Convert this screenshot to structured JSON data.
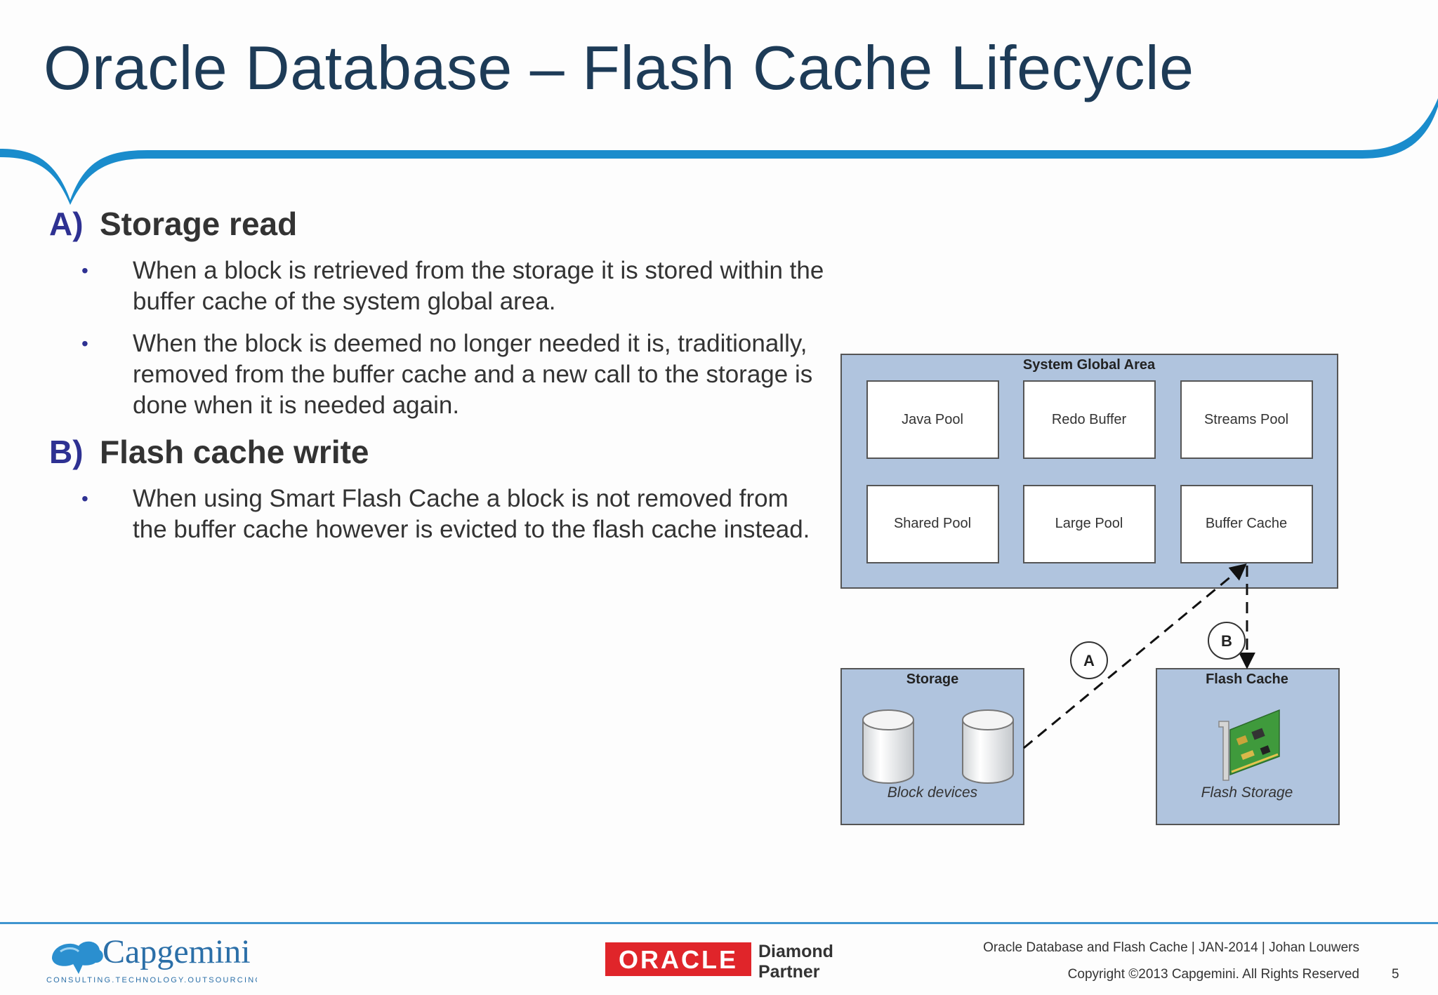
{
  "title": "Oracle Database – Flash Cache Lifecycle",
  "sections": [
    {
      "letter": "A)",
      "heading": "Storage read",
      "bullets": [
        "When a block is retrieved from the storage it is stored within the buffer cache of the system global area.",
        "When the block is deemed no longer needed it is, traditionally, removed from the buffer cache and a new call to the storage is done when it is needed again."
      ]
    },
    {
      "letter": "B)",
      "heading": "Flash cache write",
      "bullets": [
        "When using Smart Flash Cache a block is not removed from the buffer cache however is evicted to the flash cache instead."
      ]
    }
  ],
  "diagram": {
    "sga_title": "System Global Area",
    "pools": [
      "Java Pool",
      "Redo Buffer",
      "Streams Pool",
      "Shared Pool",
      "Large Pool",
      "Buffer Cache"
    ],
    "storage_title": "Storage",
    "storage_caption": "Block devices",
    "flash_title": "Flash Cache",
    "flash_caption": "Flash Storage",
    "marker_a": "A",
    "marker_b": "B",
    "box_fill": "#b0c4de"
  },
  "footer": {
    "line1": "Oracle Database and  Flash Cache | JAN-2014 | Johan Louwers",
    "line2": "Copyright ©2013 Capgemini. All Rights Reserved",
    "page": "5",
    "capgemini_logo": {
      "name": "Capgemini",
      "tagline": "CONSULTING.TECHNOLOGY.OUTSOURCING"
    },
    "oracle_logo": {
      "brand": "ORACLE",
      "tier": "Diamond",
      "tier2": "Partner"
    }
  },
  "colors": {
    "title": "#1d3b57",
    "accent_blue": "#1a8ccc",
    "bullet_letter": "#2e3192",
    "oracle_red": "#e0252a"
  }
}
